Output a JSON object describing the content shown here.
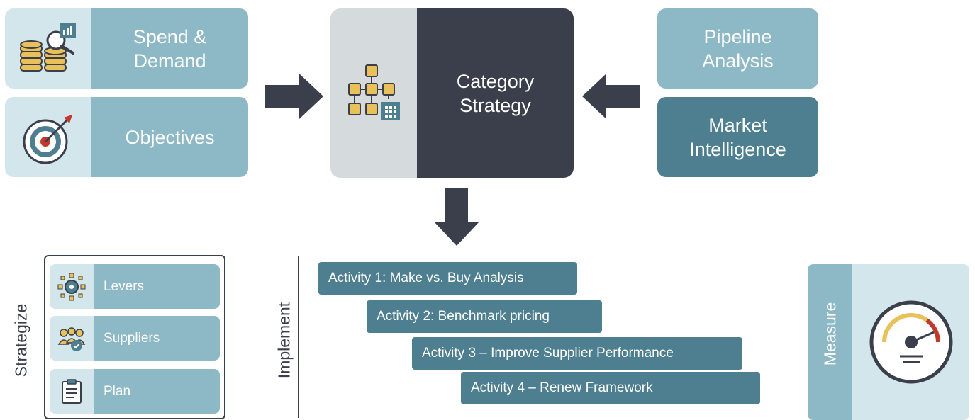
{
  "inputs_left": [
    {
      "label": "Spend &\nDemand",
      "icon": "coins-chart-icon"
    },
    {
      "label": "Objectives",
      "icon": "target-icon"
    }
  ],
  "center": {
    "label": "Category\nStrategy",
    "icon": "org-chart-icon"
  },
  "inputs_right": [
    {
      "label": "Pipeline\nAnalysis"
    },
    {
      "label": "Market\nIntelligence"
    }
  ],
  "strategize": {
    "title": "Strategize",
    "items": [
      {
        "label": "Levers",
        "icon": "gear-network-icon"
      },
      {
        "label": "Suppliers",
        "icon": "people-check-icon"
      },
      {
        "label": "Plan",
        "icon": "clipboard-icon"
      }
    ]
  },
  "implement": {
    "title": "Implement",
    "activities": [
      {
        "label": "Activity 1: Make vs. Buy Analysis"
      },
      {
        "label": "Activity 2: Benchmark pricing"
      },
      {
        "label": "Activity 3 – Improve Supplier Performance"
      },
      {
        "label": "Activity 4 – Renew Framework"
      }
    ]
  },
  "measure": {
    "title": "Measure",
    "icon": "gauge-icon"
  },
  "colors": {
    "light_teal": "#8db8c5",
    "pale_teal": "#d3e6ec",
    "dark_teal": "#4d7f90",
    "charcoal": "#3a3f4b",
    "gold": "#e8c15a"
  }
}
